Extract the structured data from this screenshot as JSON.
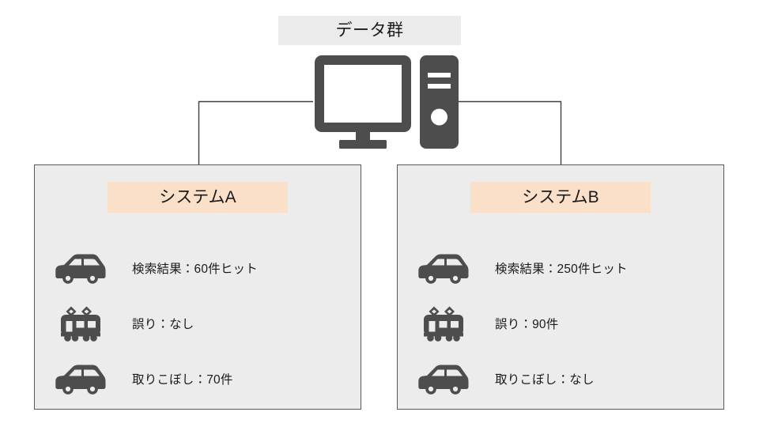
{
  "diagram": {
    "title": "データ群",
    "source_icon": "desktop-computer-icon",
    "colors": {
      "title_banner_bg": "#ebebeb",
      "box_bg": "#ececec",
      "box_border": "#595959",
      "header_banner_bg": "#fae0c8",
      "icon_fill": "#4d4d4d",
      "text": "#1a1a1a",
      "connector": "#404040"
    },
    "systems": [
      {
        "id": "system-a",
        "header": "システムA",
        "rows": [
          {
            "icon": "car-icon",
            "label": "検索結果：60件ヒット"
          },
          {
            "icon": "tram-icon",
            "label": "誤り：なし"
          },
          {
            "icon": "car-icon",
            "label": "取りこぼし：70件"
          }
        ]
      },
      {
        "id": "system-b",
        "header": "システムB",
        "rows": [
          {
            "icon": "car-icon",
            "label": "検索結果：250件ヒット"
          },
          {
            "icon": "tram-icon",
            "label": "誤り：90件"
          },
          {
            "icon": "car-icon",
            "label": "取りこぼし：なし"
          }
        ]
      }
    ]
  }
}
